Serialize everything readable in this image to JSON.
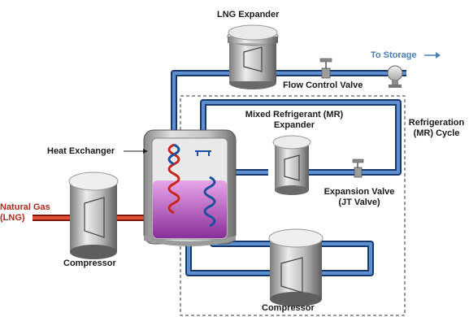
{
  "labels": {
    "lng_expander": "LNG Expander",
    "to_storage": "To Storage",
    "flow_control_valve": "Flow Control Valve",
    "mr_expander_line1": "Mixed Refrigerant (MR)",
    "mr_expander_line2": "Expander",
    "refrigeration_line1": "Refrigeration",
    "refrigeration_line2": "(MR) Cycle",
    "heat_exchanger": "Heat Exchanger",
    "natural_gas_line1": "Natural Gas",
    "natural_gas_line2": "(LNG)",
    "expansion_valve_line1": "Expansion Valve",
    "expansion_valve_line2": "(JT Valve)",
    "compressor_left": "Compressor",
    "compressor_bottom": "Compressor"
  },
  "colors": {
    "lng_pipe": "#2f5f9e",
    "natural_gas_pipe": "#b52a1a",
    "natural_gas_text": "#b0281c",
    "to_storage_text": "#4a7fb5",
    "exchanger_fluid": "#8a3d9c",
    "coil_red": "#c4281c",
    "coil_blue": "#1f4f9c",
    "dashed_boundary": "#333333"
  },
  "icons": {
    "flow_arrow": "arrow-right-icon",
    "valve": "valve-icon",
    "outlet": "outlet-fitting-icon"
  }
}
